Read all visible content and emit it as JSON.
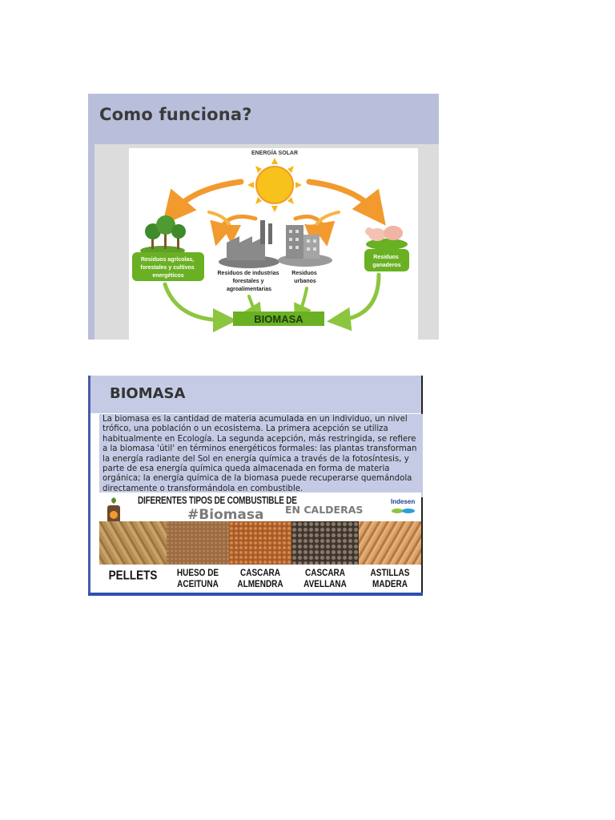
{
  "slide1": {
    "title": "Como funciona?",
    "diagram": {
      "sun_label": "ENERGÍA SOLAR",
      "nodes": [
        {
          "id": "agricola",
          "label_lines": [
            "Residuos agrícolas,",
            "forestales y cultivos",
            "energéticos"
          ]
        },
        {
          "id": "industria",
          "label_lines": [
            "Residuos de industrias",
            "forestales y",
            "agroalimentarias"
          ]
        },
        {
          "id": "urbanos",
          "label_lines": [
            "Residuos",
            "urbanos"
          ]
        },
        {
          "id": "ganaderos",
          "label_lines": [
            "Residuos",
            "ganaderos"
          ]
        }
      ],
      "result_label": "BIOMASA",
      "colors": {
        "orange_arrow": "#f29a2e",
        "green_arrow": "#8cc63f",
        "green_label": "#6ab023",
        "sun": "#f7c21b"
      }
    }
  },
  "slide2": {
    "title": "BIOMASA",
    "body_text": "La biomasa es la cantidad de materia acumulada en un individuo, un nivel trófico, una población o un ecosistema. La primera acepción se utiliza habitualmente en Ecología. La segunda acepción, más restringida, se refiere a la biomasa 'útil' en términos energéticos formales: las plantas transforman la energía radiante del Sol en energía química a través de la fotosíntesis, y parte de esa energía química queda almacenada en forma de materia orgánica; la energía química de la biomasa puede recuperarse quemándola directamente o transformándola en combustible.",
    "banner": {
      "title": "DIFERENTES TIPOS DE COMBUSTIBLE DE",
      "hashtag": "#Biomasa",
      "subtitle": "EN CALDERAS",
      "logo": "Indesen",
      "fuels": [
        {
          "line1": "PELLETS",
          "line2": "",
          "color": "#b58f55"
        },
        {
          "line1": "HUESO DE",
          "line2": "ACEITUNA",
          "color": "#9a6a43"
        },
        {
          "line1": "CASCARA",
          "line2": "ALMENDRA",
          "color": "#b86a35"
        },
        {
          "line1": "CASCARA",
          "line2": "AVELLANA",
          "color": "#5a4a3e"
        },
        {
          "line1": "ASTILLAS",
          "line2": "MADERA",
          "color": "#c58a4c"
        }
      ]
    }
  }
}
